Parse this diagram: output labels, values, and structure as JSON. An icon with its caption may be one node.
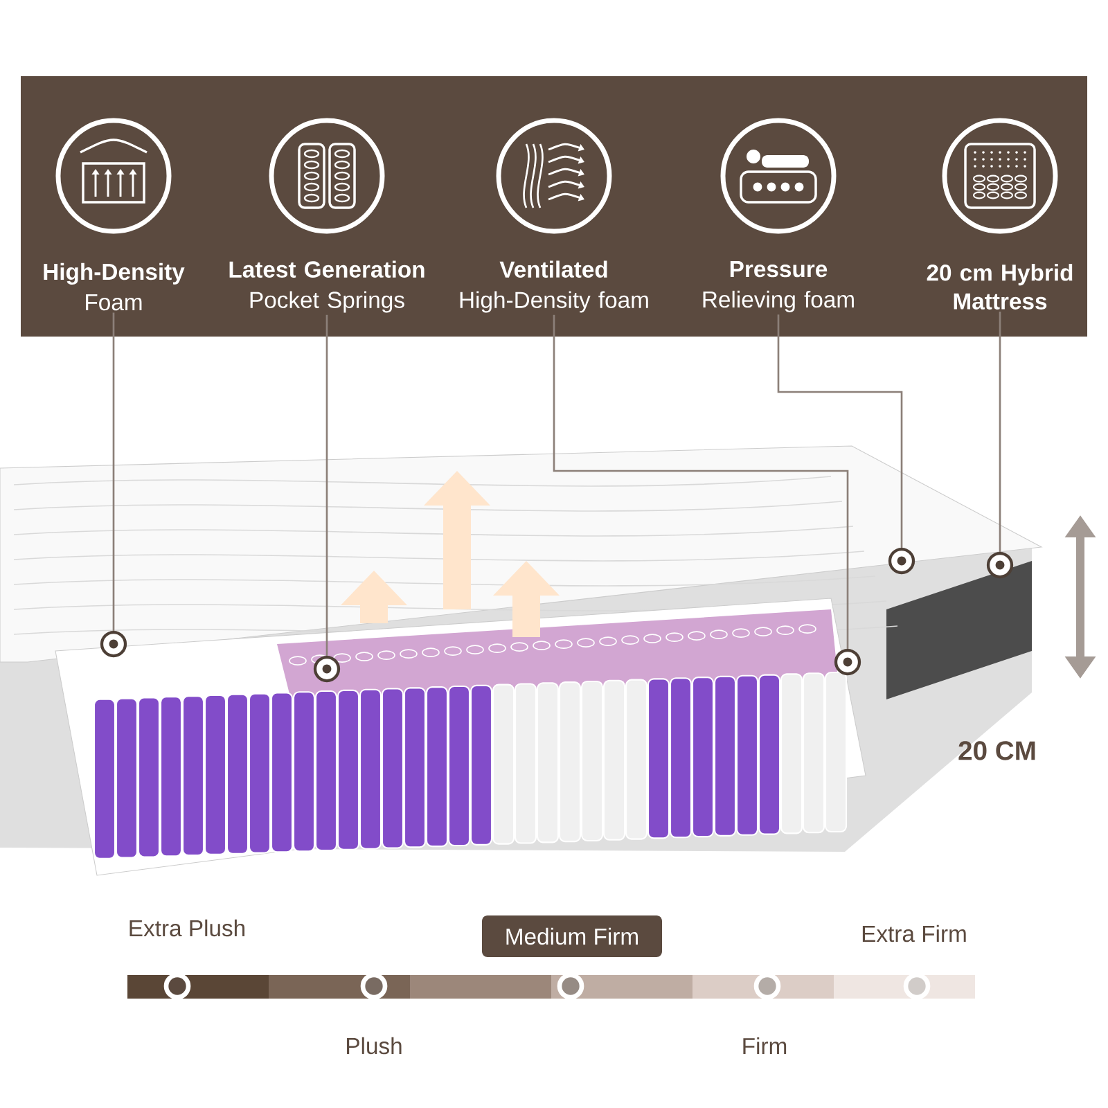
{
  "diagram": {
    "nodes": [
      {
        "text": [],
        "shape": "box"
      },
      {
        "text": [
          "High-Density",
          "Foam"
        ],
        "in": 0
      },
      {
        "text": [
          "Latest Generation",
          "Pocket Springs"
        ],
        "in": 0
      },
      {
        "text": [
          "Ventilated",
          "High-Density foam"
        ],
        "in": 0
      },
      {
        "text": [
          "Pressure",
          "Relieving foam"
        ],
        "in": 0
      },
      {
        "text": [
          "20 cm Hybrid Mattress"
        ],
        "in": 0
      },
      {
        "text": [],
        "shape": "circle"
      },
      {
        "text": [],
        "shape": "circle"
      },
      {
        "text": [],
        "shape": "circle"
      },
      {
        "text": [],
        "shape": "circle"
      },
      {
        "text": [],
        "shape": "circle"
      },
      {
        "text": [
          "Medium Firm"
        ]
      }
    ],
    "edges": [
      {
        "from": 1,
        "to": 6,
        "arrow": "none"
      },
      {
        "from": 2,
        "to": 7,
        "arrow": "none"
      },
      {
        "from": 3,
        "to": 8,
        "arrow": "none"
      },
      {
        "from": 4,
        "to": 9,
        "arrow": "none"
      },
      {
        "from": 5,
        "to": 10,
        "arrow": "none"
      }
    ],
    "labels": [
      "20 CM",
      "Extra Plush",
      "Extra Firm",
      "Plush",
      "Firm"
    ]
  }
}
